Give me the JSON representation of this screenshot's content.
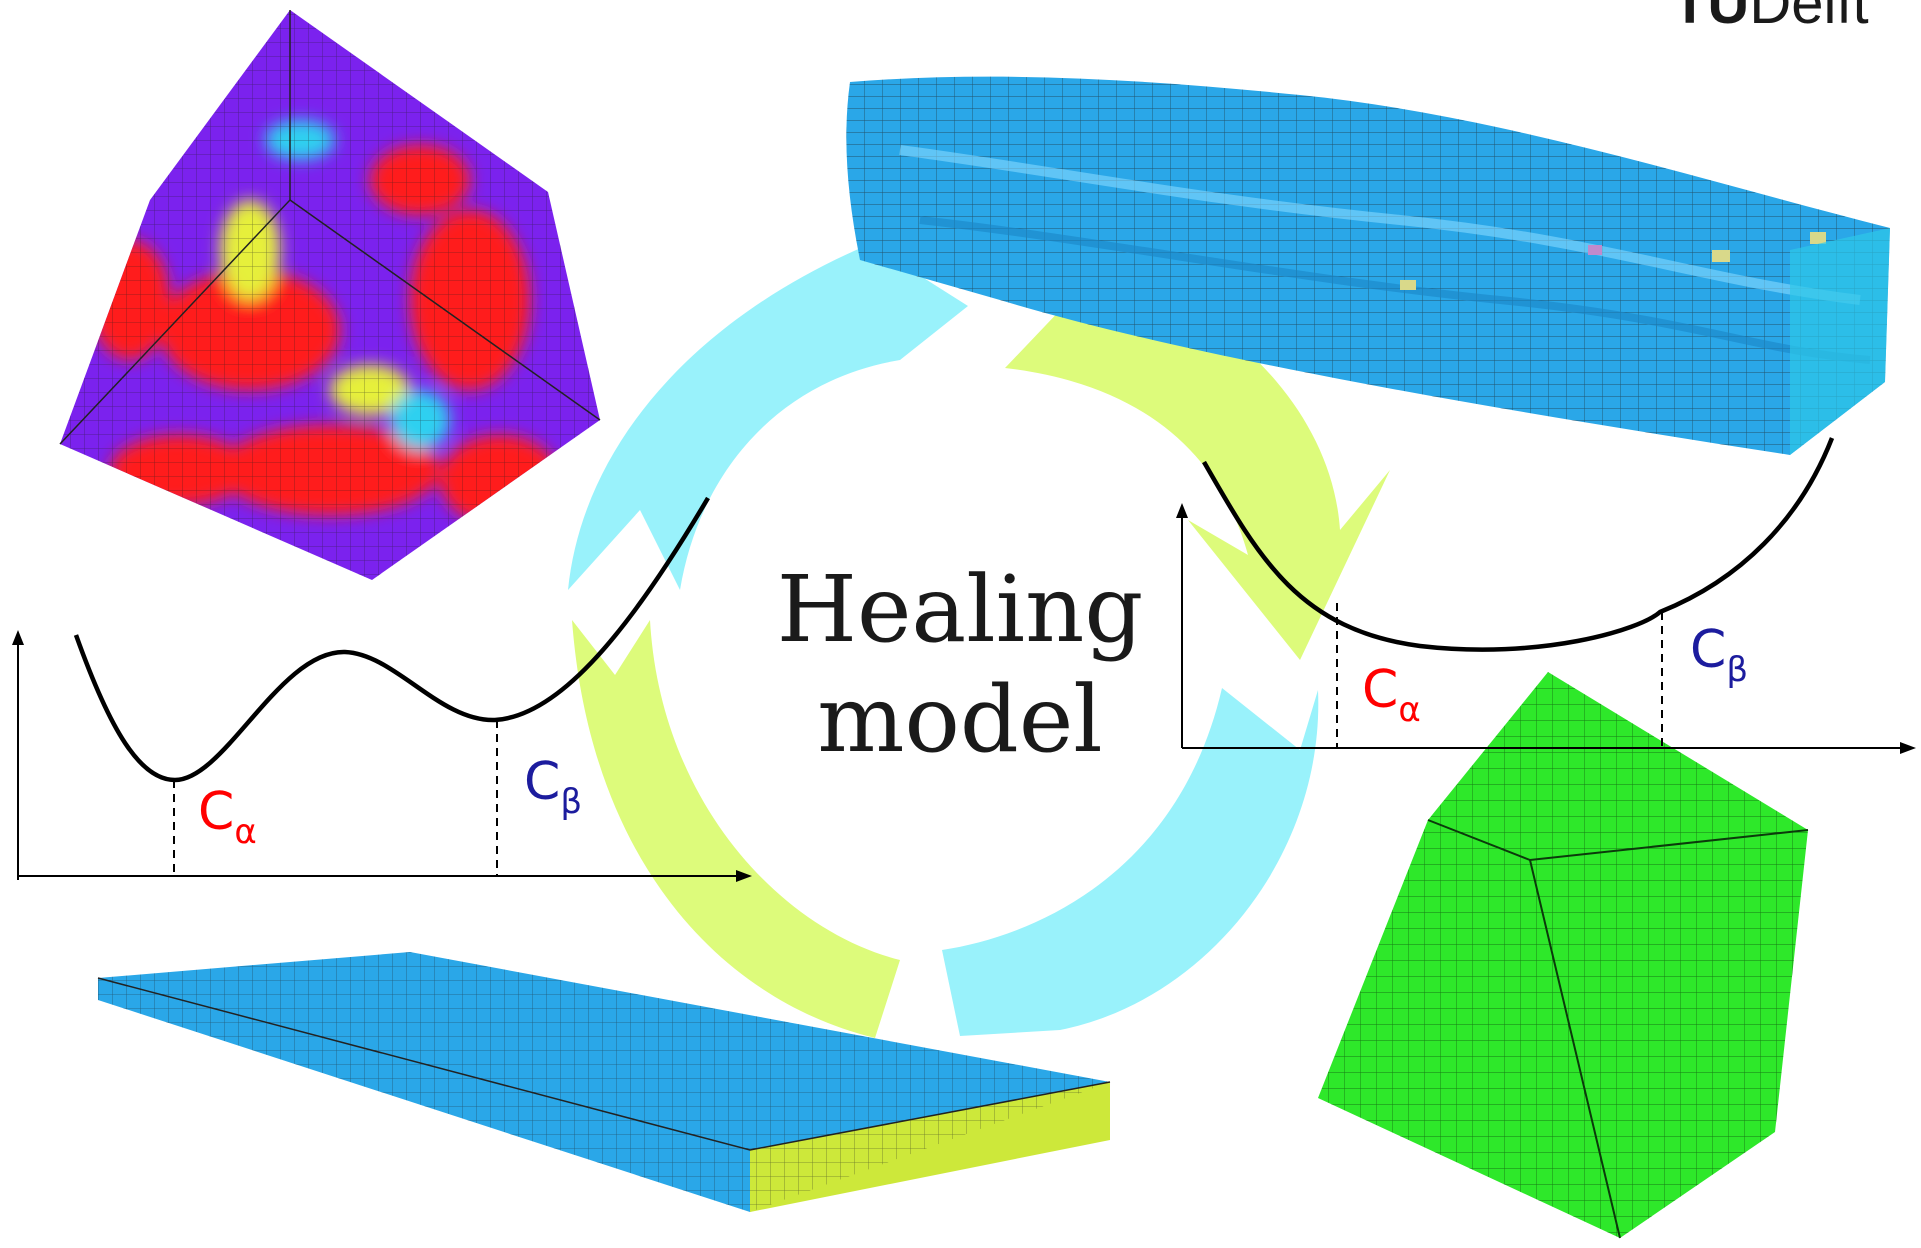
{
  "logo": {
    "prefix": "TU",
    "suffix": "Delft"
  },
  "title": {
    "line1": "Healing",
    "line2": "model"
  },
  "left_plot": {
    "phase_a": {
      "symbol": "C",
      "subscript": "α"
    },
    "phase_b": {
      "symbol": "C",
      "subscript": "β"
    }
  },
  "right_plot": {
    "phase_a": {
      "symbol": "C",
      "subscript": "α"
    },
    "phase_b": {
      "symbol": "C",
      "subscript": "β"
    }
  },
  "colors": {
    "cycle_cyan": "#99f2fb",
    "cycle_lime": "#ddfb7b",
    "alpha_label": "#ff0000",
    "beta_label": "#1c1c9e",
    "cube_red": "#ff1a1a",
    "cube_purple": "#7b22ee",
    "slab_blue": "#2aa7e8",
    "slab_edge_yellow": "#cde83a",
    "cube_green": "#2ee82a"
  }
}
